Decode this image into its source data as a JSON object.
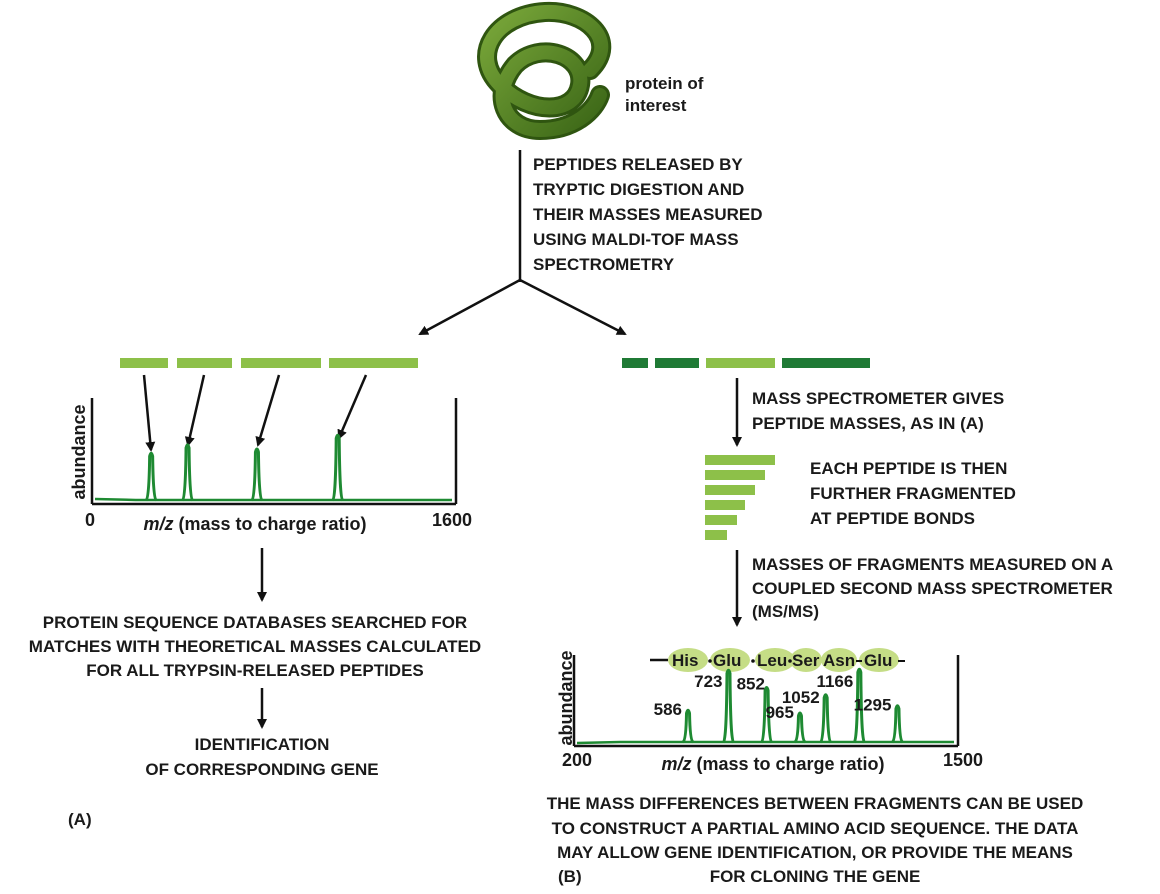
{
  "protein_label": [
    "protein of",
    "interest"
  ],
  "step_digestion": [
    "PEPTIDES RELEASED BY",
    "TRYPTIC DIGESTION AND",
    "THEIR MASSES MEASURED",
    "USING MALDI-TOF MASS",
    "SPECTROMETRY"
  ],
  "panel_a": {
    "label": "(A)",
    "search_text": [
      "PROTEIN SEQUENCE DATABASES SEARCHED FOR",
      "MATCHES WITH THEORETICAL MASSES CALCULATED",
      "FOR ALL TRYPSIN-RELEASED PEPTIDES"
    ],
    "result_text": [
      "IDENTIFICATION",
      "OF CORRESPONDING GENE"
    ]
  },
  "panel_b": {
    "label": "(B)",
    "step_ms": [
      "MASS SPECTROMETER GIVES",
      "PEPTIDE MASSES, AS IN (A)"
    ],
    "step_fragment": [
      "EACH PEPTIDE IS THEN",
      "FURTHER FRAGMENTED",
      "AT PEPTIDE BONDS"
    ],
    "step_msms": [
      "MASSES OF FRAGMENTS MEASURED ON A",
      "COUPLED SECOND MASS SPECTROMETER",
      "(MS/MS)"
    ],
    "sequence": [
      "His",
      "Glu",
      "Leu",
      "Ser",
      "Asn",
      "Glu"
    ],
    "conclusion": [
      "THE MASS DIFFERENCES BETWEEN FRAGMENTS CAN BE USED",
      "TO CONSTRUCT A PARTIAL AMINO ACID SEQUENCE. THE DATA",
      "MAY ALLOW GENE IDENTIFICATION, OR PROVIDE THE MEANS",
      "FOR CLONING THE GENE"
    ]
  },
  "colors": {
    "light_green": "#8dc049",
    "dark_green": "#1f7a35",
    "trace": "#1e8a32",
    "residue_bubble": "#c5dd86",
    "protein": "#4d7d1f"
  },
  "chart_data": [
    {
      "type": "line",
      "xlabel_italic": "m/z",
      "xlabel": "(mass to charge ratio)",
      "ylabel": "abundance",
      "xlim": [
        0,
        1600
      ],
      "x_tick_labels": [
        "0",
        "1600"
      ],
      "peaks": [
        {
          "x": 260,
          "y": 0.45
        },
        {
          "x": 420,
          "y": 0.53
        },
        {
          "x": 725,
          "y": 0.49
        },
        {
          "x": 1080,
          "y": 0.62
        }
      ]
    },
    {
      "type": "line",
      "xlabel_italic": "m/z",
      "xlabel": "(mass to charge ratio)",
      "ylabel": "abundance",
      "xlim": [
        200,
        1500
      ],
      "x_tick_labels": [
        "200",
        "1500"
      ],
      "peaks": [
        {
          "x": 586,
          "label": "586",
          "y": 0.36
        },
        {
          "x": 723,
          "label": "723",
          "y": 0.8
        },
        {
          "x": 852,
          "label": "852",
          "y": 0.61
        },
        {
          "x": 965,
          "label": "965",
          "y": 0.33
        },
        {
          "x": 1052,
          "label": "1052",
          "y": 0.53
        },
        {
          "x": 1166,
          "label": "1166",
          "y": 0.81
        },
        {
          "x": 1295,
          "label": "1295",
          "y": 0.41
        }
      ]
    }
  ]
}
